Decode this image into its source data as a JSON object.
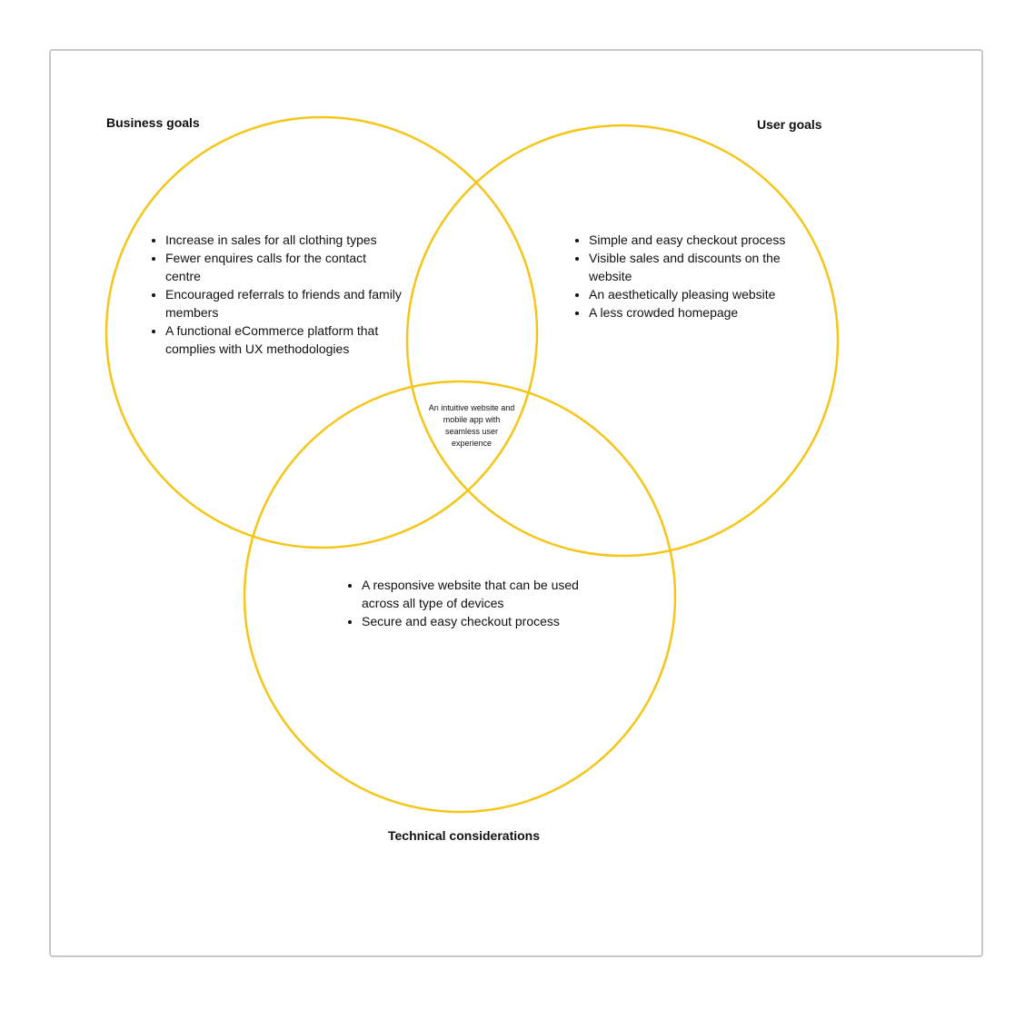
{
  "colors": {
    "circle_stroke": "#F5C518",
    "frame_border": "#C8C8C8",
    "text": "#111111"
  },
  "sets": {
    "business": {
      "title": "Business goals",
      "items": [
        "Increase in sales for all clothing types",
        "Fewer enquires calls for the contact centre",
        "Encouraged referrals to friends and family members",
        "A functional eCommerce platform that complies with UX methodologies"
      ]
    },
    "user": {
      "title": "User goals",
      "items": [
        "Simple and easy checkout process",
        "Visible sales and discounts on the website",
        "An aesthetically pleasing website",
        "A less crowded homepage"
      ]
    },
    "technical": {
      "title": "Technical considerations",
      "items": [
        "A responsive website that can be used across all type of devices",
        "Secure and easy checkout process"
      ]
    }
  },
  "intersection": {
    "text": "An intuitive website and mobile app with seamless user experience"
  }
}
